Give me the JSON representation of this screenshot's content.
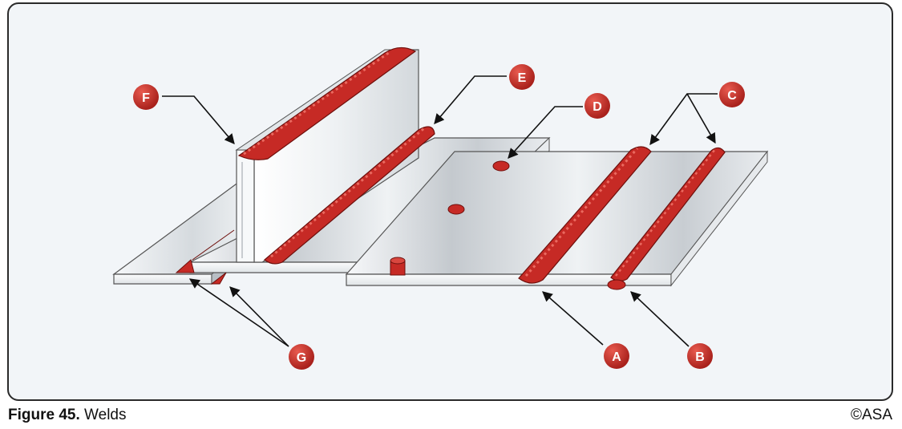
{
  "figure": {
    "number_label": "Figure 45.",
    "title": "Welds",
    "credit": "©ASA"
  },
  "colors": {
    "weld": "#c62a25",
    "weld_dark": "#6e0f0c",
    "callout": "#c0302a",
    "plate_light": "#f4f6f8",
    "plate_mid": "#c9ced4"
  },
  "callouts": [
    {
      "key": "a",
      "label": "A"
    },
    {
      "key": "b",
      "label": "B"
    },
    {
      "key": "c",
      "label": "C"
    },
    {
      "key": "d",
      "label": "D"
    },
    {
      "key": "e",
      "label": "E"
    },
    {
      "key": "f",
      "label": "F"
    },
    {
      "key": "g",
      "label": "G"
    }
  ]
}
